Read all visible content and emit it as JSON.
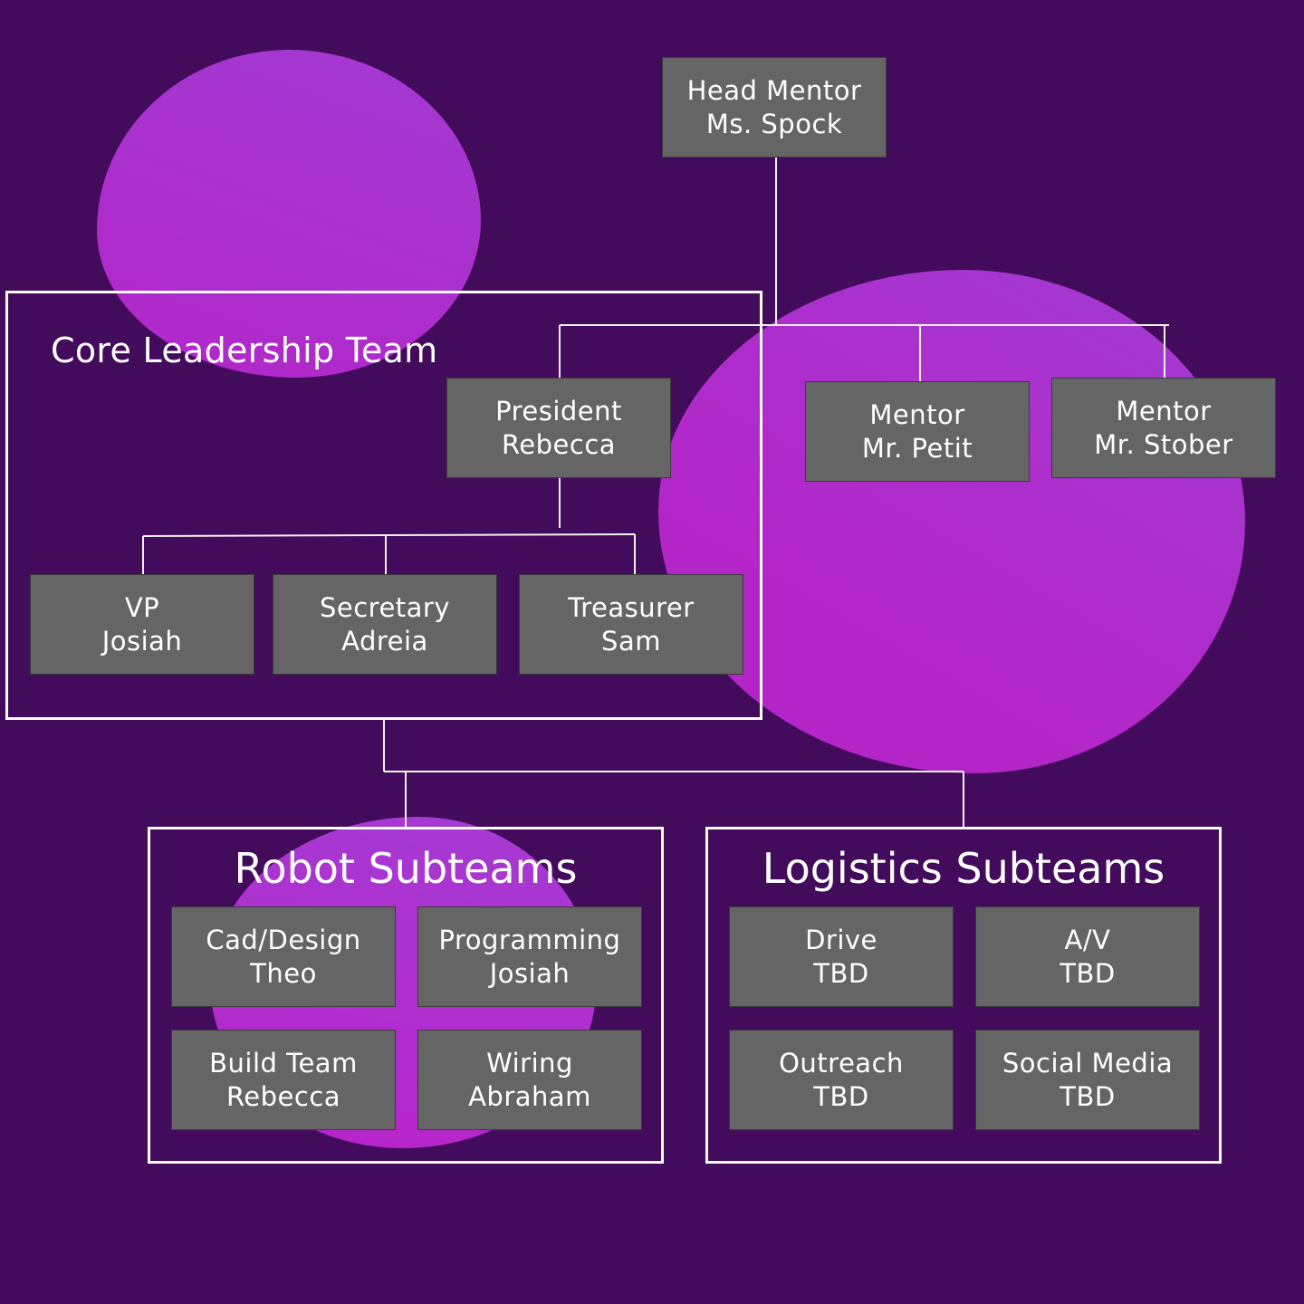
{
  "colors": {
    "background": "#430b5b",
    "blob": "#b025c8",
    "node_fill": "#656565",
    "line": "#ffffff"
  },
  "mentors": {
    "head": {
      "role": "Head Mentor",
      "name": "Ms. Spock"
    },
    "petit": {
      "role": "Mentor",
      "name": "Mr. Petit"
    },
    "stober": {
      "role": "Mentor",
      "name": "Mr. Stober"
    }
  },
  "core": {
    "title": "Core Leadership Team",
    "president": {
      "role": "President",
      "name": "Rebecca"
    },
    "vp": {
      "role": "VP",
      "name": "Josiah"
    },
    "secretary": {
      "role": "Secretary",
      "name": "Adreia"
    },
    "treasurer": {
      "role": "Treasurer",
      "name": "Sam"
    }
  },
  "robot": {
    "title": "Robot Subteams",
    "cad": {
      "role": "Cad/Design",
      "name": "Theo"
    },
    "programming": {
      "role": "Programming",
      "name": "Josiah"
    },
    "build": {
      "role": "Build Team",
      "name": "Rebecca"
    },
    "wiring": {
      "role": "Wiring",
      "name": "Abraham"
    }
  },
  "logistics": {
    "title": "Logistics Subteams",
    "drive": {
      "role": "Drive",
      "name": "TBD"
    },
    "av": {
      "role": "A/V",
      "name": "TBD"
    },
    "outreach": {
      "role": "Outreach",
      "name": "TBD"
    },
    "social": {
      "role": "Social Media",
      "name": "TBD"
    }
  }
}
